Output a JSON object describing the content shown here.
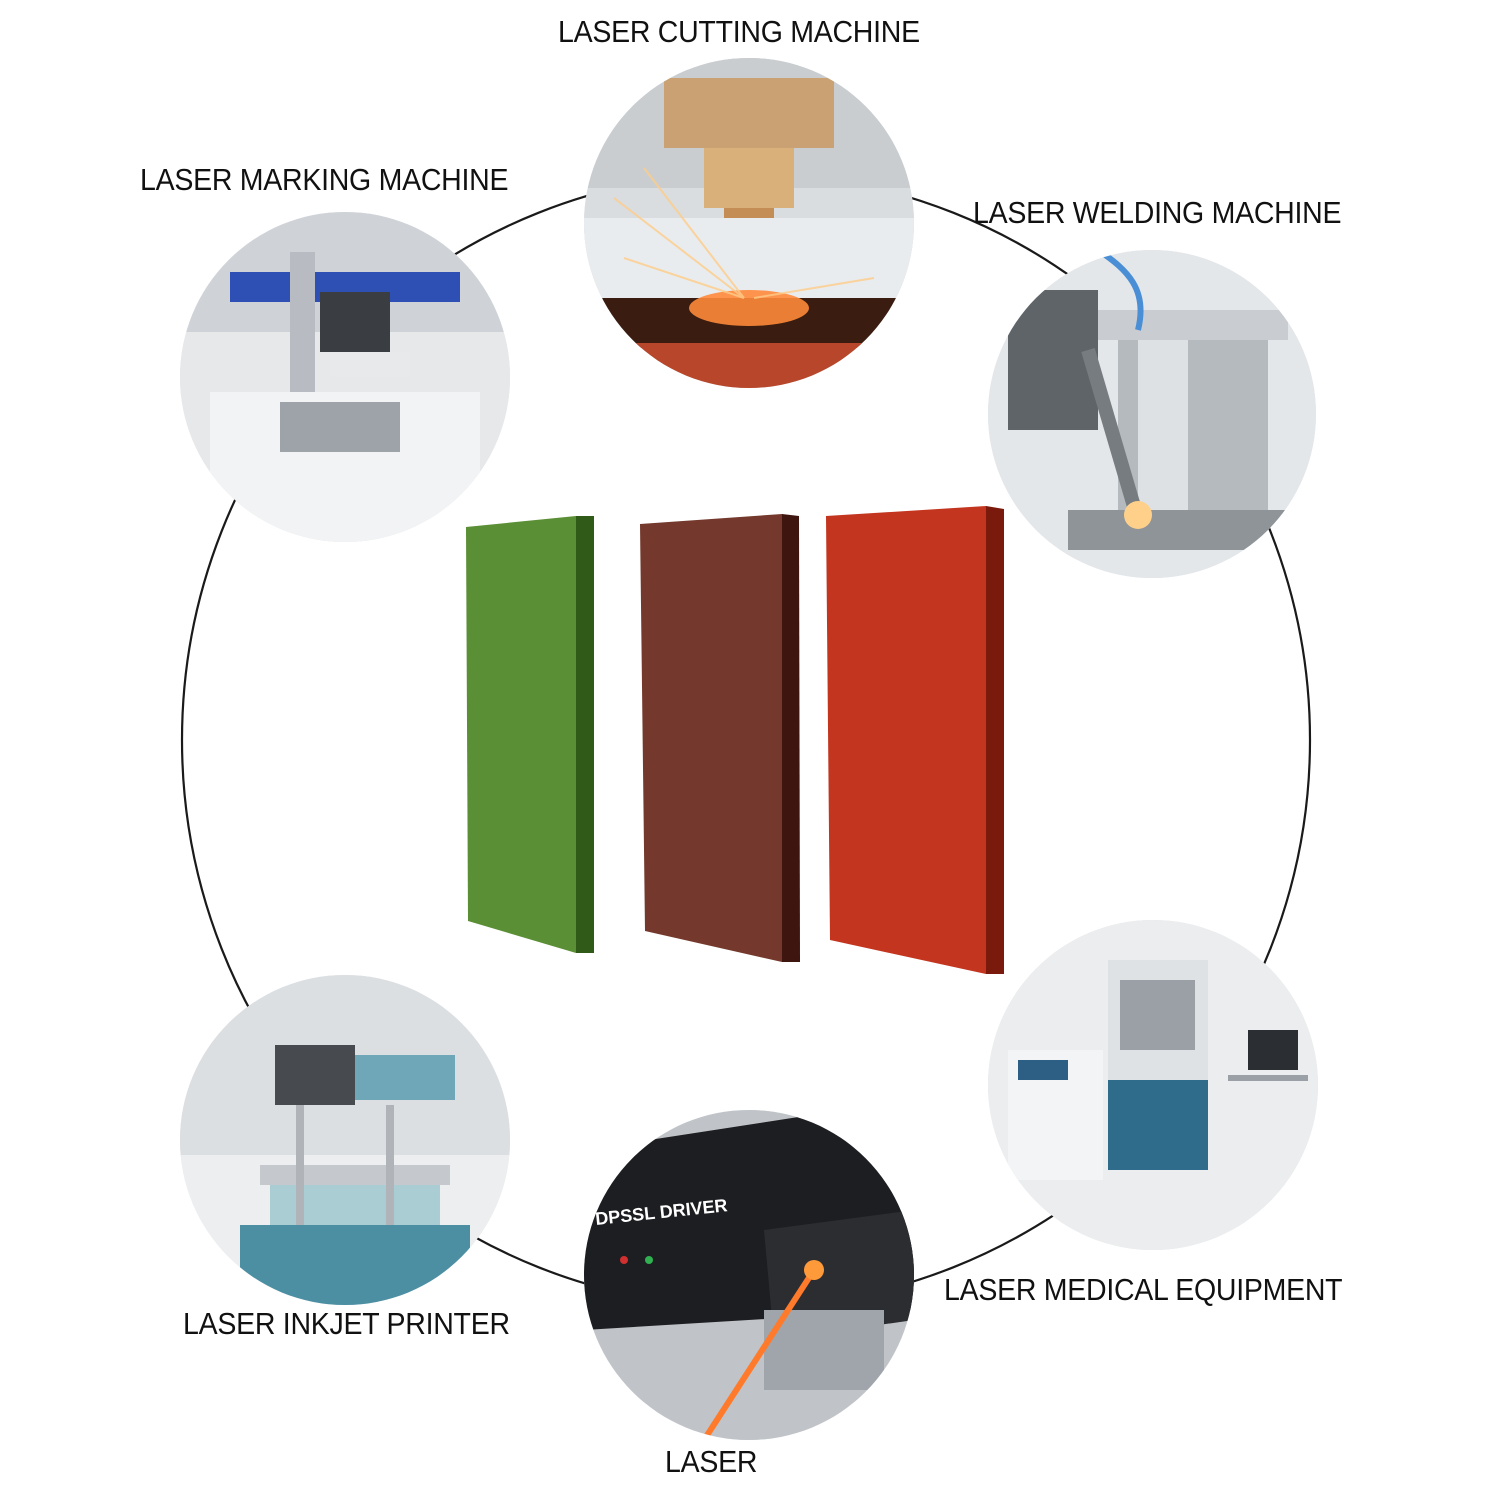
{
  "labels": {
    "cutting": "LASER CUTTING MACHINE",
    "marking": "LASER MARKING MACHINE",
    "welding": "LASER WELDING MACHINE",
    "inkjet": "LASER INKJET PRINTER",
    "medical": "LASER MEDICAL EQUIPMENT",
    "laser": "LASER"
  },
  "photo_text": {
    "driver": "DPSSL DRIVER"
  },
  "panels": {
    "green": "#5a8f35",
    "brown": "#74392c",
    "red": "#c3351f"
  },
  "accent": {
    "laser_orange": "#ff7a2a",
    "ring_line": "#1a1a1a"
  }
}
